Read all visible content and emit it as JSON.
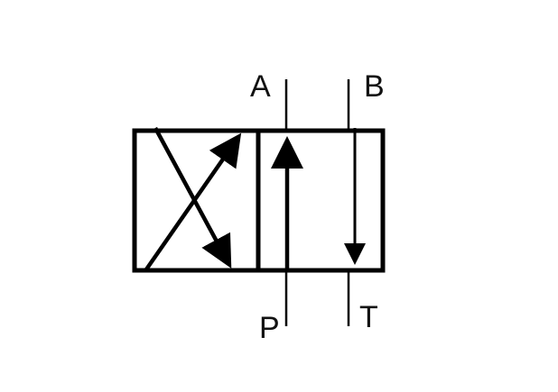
{
  "diagram": {
    "type": "hydraulic-directional-control-valve",
    "description": "4/2 directional valve symbol with crossed flow envelope and parallel flow envelope",
    "ports": {
      "A": "A",
      "B": "B",
      "P": "P",
      "T": "T"
    },
    "envelopes": [
      {
        "name": "crossed-flow",
        "paths": [
          "P to B",
          "A to T"
        ]
      },
      {
        "name": "parallel-flow",
        "paths": [
          "P to A",
          "B to T"
        ]
      }
    ],
    "colors": {
      "line": "#000000",
      "text": "#111111",
      "background": "#ffffff"
    }
  }
}
